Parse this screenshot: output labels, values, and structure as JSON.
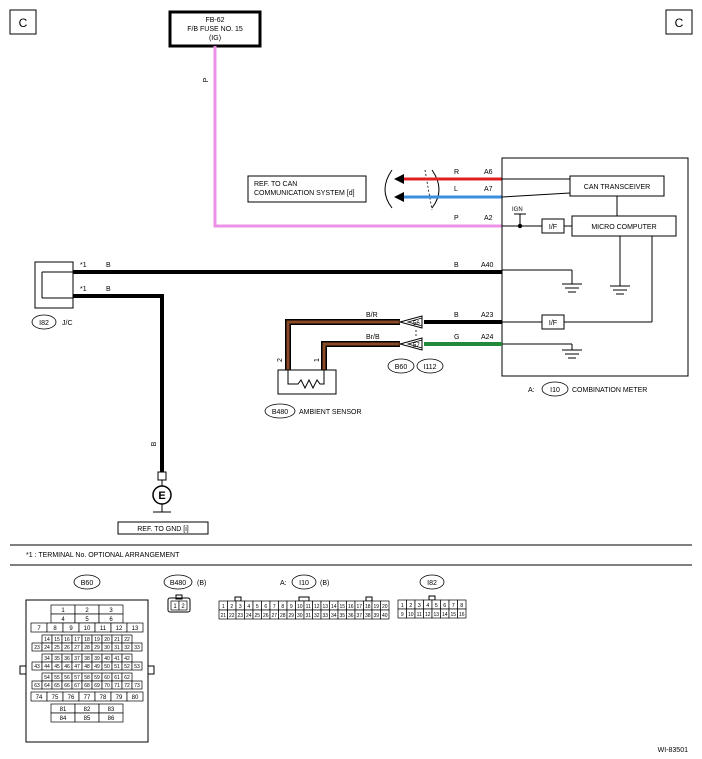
{
  "corner_left": "C",
  "corner_right": "C",
  "fuse": {
    "line1": "FB-62",
    "line2": "F/B FUSE NO. 15",
    "line3": "(IG)"
  },
  "fuse_wire_color": "P",
  "can_ref": {
    "line1": "REF. TO CAN",
    "line2": "COMMUNICATION SYSTEM [d]"
  },
  "wires": {
    "r_color": "R",
    "r_pin": "A6",
    "l_color": "L",
    "l_pin": "A7",
    "p_color": "P",
    "p_pin": "A2",
    "ign": "IGN",
    "b1_star": "*1",
    "b1_color_left": "B",
    "b1_color_right": "B",
    "b1_pin": "A40",
    "b2_star": "*1",
    "b2_color": "B",
    "br_color": "B/R",
    "br_conn_pin": "56",
    "br_color_right": "B",
    "br_pin": "A23",
    "brb_color": "Br/B",
    "brb_conn_pin": "57",
    "brb_color_right": "G",
    "brb_pin": "A24",
    "sensor_pin2": "2",
    "sensor_pin1": "1",
    "gnd_wire_color": "B"
  },
  "meter": {
    "can_transceiver": "CAN TRANSCEIVER",
    "micro_computer": "MICRO COMPUTER",
    "if1": "I/F",
    "if2": "I/F",
    "label_prefix": "A:",
    "connector": "I10",
    "label": "COMBINATION METER"
  },
  "jc": {
    "connector": "I82",
    "label": "J/C"
  },
  "conn_b60": "B60",
  "conn_i112": "I112",
  "sensor": {
    "connector": "B480",
    "label": "AMBIENT SENSOR"
  },
  "ground": {
    "symbol": "E",
    "ref": "REF. TO GND [i]"
  },
  "note": "*1 : TERMINAL No. OPTIONAL ARRANGEMENT",
  "legend": {
    "b60": "B60",
    "b480": "B480",
    "b480_suffix": "(B)",
    "i10_prefix": "A:",
    "i10": "I10",
    "i10_suffix": "(B)",
    "i82": "I82",
    "b480_pins": [
      "1",
      "2"
    ],
    "i10_row1": [
      "1",
      "2",
      "3",
      "4",
      "5",
      "6",
      "7",
      "8",
      "9",
      "10",
      "11",
      "12",
      "13",
      "14",
      "15",
      "16",
      "17",
      "18",
      "19",
      "20"
    ],
    "i10_row2": [
      "21",
      "22",
      "23",
      "24",
      "25",
      "26",
      "27",
      "28",
      "29",
      "30",
      "31",
      "32",
      "33",
      "34",
      "35",
      "36",
      "37",
      "38",
      "39",
      "40"
    ],
    "i82_row1": [
      "1",
      "2",
      "3",
      "4",
      "5",
      "6",
      "7",
      "8"
    ],
    "i82_row2": [
      "9",
      "10",
      "11",
      "12",
      "13",
      "14",
      "15",
      "16"
    ],
    "b60_rows": [
      [
        "1",
        "2",
        "3"
      ],
      [
        "4",
        "5",
        "6"
      ],
      [
        "7",
        "8",
        "9",
        "10",
        "11",
        "12",
        "13"
      ],
      [
        "14",
        "15",
        "16",
        "17",
        "18",
        "19",
        "20",
        "21",
        "22"
      ],
      [
        "23",
        "24",
        "25",
        "26",
        "27",
        "28",
        "29",
        "30",
        "31",
        "32",
        "33"
      ],
      [
        "34",
        "35",
        "36",
        "37",
        "38",
        "39",
        "40",
        "41",
        "42"
      ],
      [
        "43",
        "44",
        "45",
        "46",
        "47",
        "48",
        "49",
        "50",
        "51",
        "52",
        "53"
      ],
      [
        "54",
        "55",
        "56",
        "57",
        "58",
        "59",
        "60",
        "61",
        "62"
      ],
      [
        "63",
        "64",
        "65",
        "66",
        "67",
        "68",
        "69",
        "70",
        "71",
        "72",
        "73"
      ],
      [
        "74",
        "75",
        "76",
        "77",
        "78",
        "79",
        "80"
      ],
      [
        "81",
        "82",
        "83"
      ],
      [
        "84",
        "85",
        "86"
      ]
    ]
  },
  "figure_id": "WI-83501",
  "colors": {
    "pink": "#ee90e8",
    "red": "#e02020",
    "blue": "#3a8ee0",
    "green": "#1e8a3a",
    "brown": "#8a4a28",
    "black": "#000000"
  }
}
